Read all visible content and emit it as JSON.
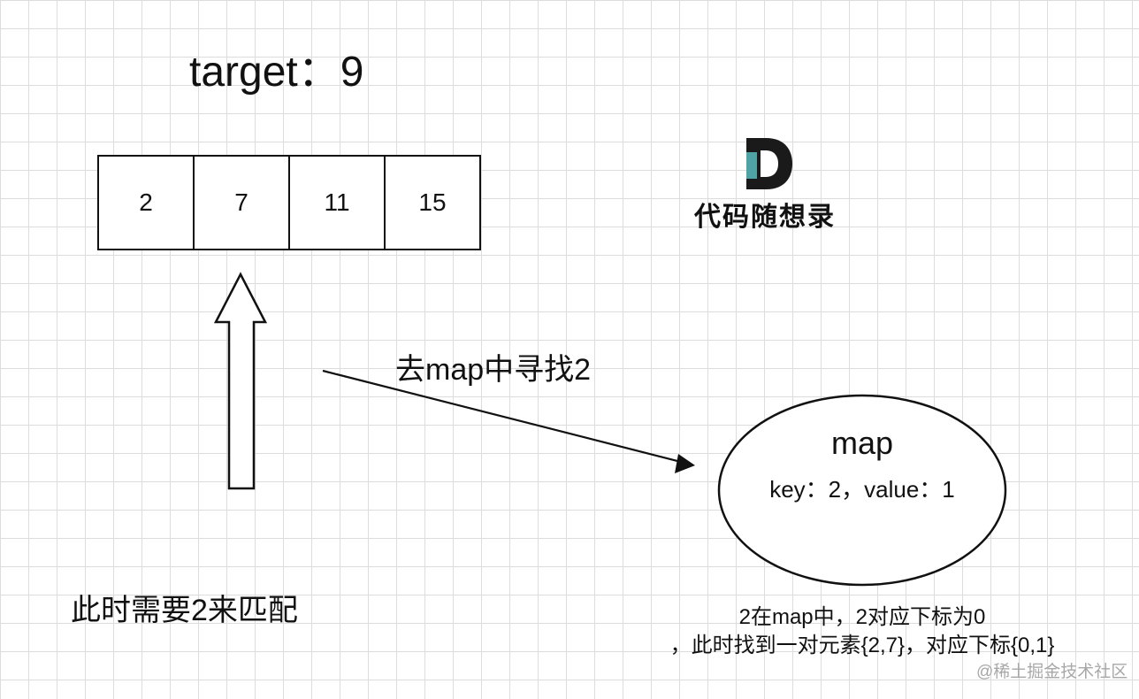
{
  "target_label": "target：9",
  "array": {
    "values": [
      "2",
      "7",
      "11",
      "15"
    ]
  },
  "logo": {
    "letter": "D",
    "text": "代码随想录",
    "colors": {
      "letter_dark": "#1a1a1a",
      "letter_accent": "#4fa3a5"
    }
  },
  "arrow_label": "去map中寻找2",
  "map": {
    "title": "map",
    "entry": "key：2，value：1"
  },
  "need_match_label": "此时需要2来匹配",
  "result": {
    "line1": "2在map中，2对应下标为0",
    "line2": "，此时找到一对元素{2,7}，对应下标{0,1}"
  },
  "watermark": "@稀土掘金技术社区",
  "colors": {
    "grid": "#dcdcdc",
    "stroke": "#111111",
    "watermark": "#a8a8a8"
  }
}
